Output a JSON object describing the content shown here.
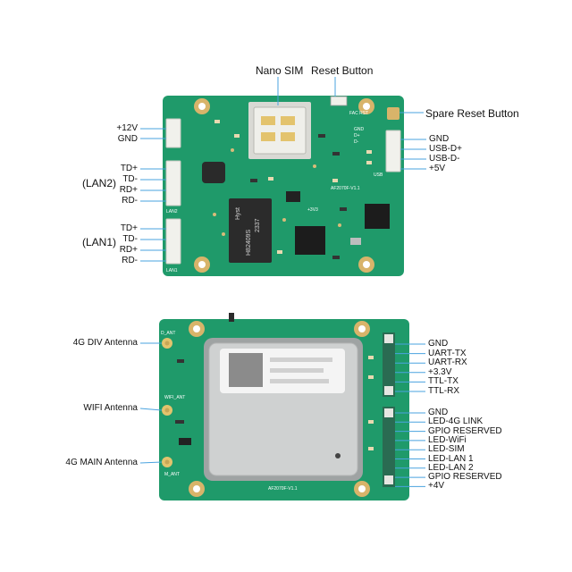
{
  "colors": {
    "pcb": "#1f9a6a",
    "pcb_dark": "#13764f",
    "pad_gold": "#d8b46a",
    "connector": "#f1f1ec",
    "leader": "#4aa3df",
    "shield": "#c8c8c8",
    "chip": "#1b1b1b"
  },
  "top_callouts": {
    "nano_sim": "Nano SIM",
    "reset_button": "Reset Button",
    "spare_reset_button": "Spare Reset Button"
  },
  "left_top": {
    "power": [
      "+12V",
      "GND"
    ],
    "lan2_pins": [
      "TD+",
      "TD-",
      "RD+",
      "RD-"
    ],
    "lan2_label": "(LAN2)",
    "lan1_pins": [
      "TD+",
      "TD-",
      "RD+",
      "RD-"
    ],
    "lan1_label": "(LAN1)"
  },
  "right_top": {
    "usb_pins": [
      "GND",
      "USB-D+",
      "USB-D-",
      "+5V"
    ]
  },
  "board_top_silk": {
    "fac_rst": "FAC RST",
    "model": "AF2070F-V1.1",
    "v33": "+3V3",
    "usb": "USB",
    "lan1": "LAN1",
    "lan2": "LAN2",
    "gnd_d": [
      "GND",
      "D+",
      "D-"
    ],
    "transformer_brand": "Hyst",
    "transformer_num": "2337",
    "transformer_part": "H82409S"
  },
  "left_bottom": {
    "div_antenna": "4G DIV Antenna",
    "wifi_antenna": "WIFI Antenna",
    "main_antenna": "4G MAIN Antenna"
  },
  "right_bottom": {
    "uart_pins": [
      "GND",
      "UART-TX",
      "UART-RX",
      "+3.3V",
      "TTL-TX",
      "TTL-RX"
    ],
    "led_pins": [
      "GND",
      "LED-4G LINK",
      "GPIO RESERVED",
      "LED-WiFi",
      "LED-SIM",
      "LED-LAN 1",
      "LED-LAN 2",
      "GPIO RESERVED",
      "+4V"
    ]
  },
  "board_bottom_silk": {
    "d_ant": "D_ANT",
    "wifi_ant": "WIFI_ANT",
    "m_ant": "M_ANT",
    "model": "AF2070F-V1.1"
  }
}
